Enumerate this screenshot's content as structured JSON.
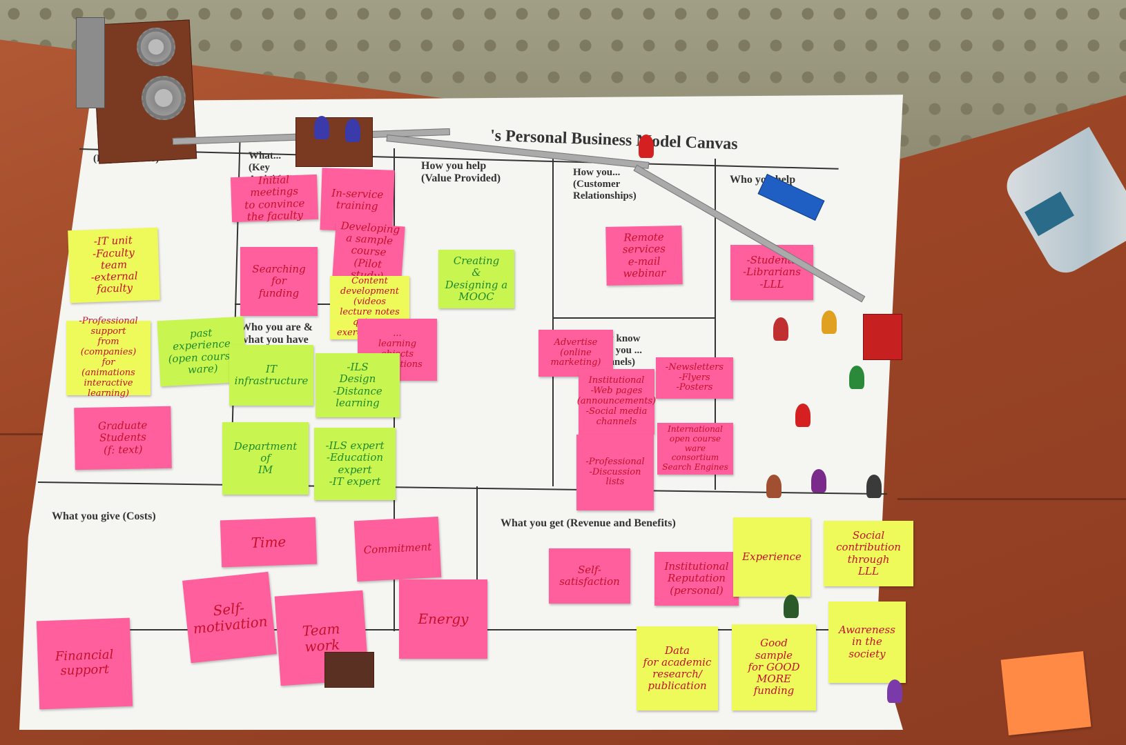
{
  "canvas": {
    "title": "'s Personal Business Model Canvas"
  },
  "blocks": {
    "key_partners": "(Key Partners)",
    "key_activities": "What... (Key Activities)",
    "value_provided": "How you help (Value Provided)",
    "relationships": "How you... (Customer Relationships)",
    "who_you_help": "Who you help",
    "who_you_are": "Who you are & what you have",
    "channels": "...they know ...how you ...(Channels)",
    "costs": "What you give (Costs)",
    "revenue": "What you get (Revenue and Benefits)"
  },
  "notes": [
    {
      "id": "initial-meetings",
      "text": "Initial\nmeetings\nto convince\nthe faculty",
      "color": "pink"
    },
    {
      "id": "in-service",
      "text": "In-service\ntraining",
      "color": "pink"
    },
    {
      "id": "developing",
      "text": "Developing\na sample\ncourse\n(Pilot study)",
      "color": "pink"
    },
    {
      "id": "searching",
      "text": "Searching for\nfunding",
      "color": "pink"
    },
    {
      "id": "content-dev",
      "text": "Content\ndevelopment\n(videos\nlecture notes\nquizzes\nexercises etc.)",
      "color": "yellow"
    },
    {
      "id": "learning-objects",
      "text": "...\nlearning\nobjects\nanimations",
      "color": "pink"
    },
    {
      "id": "it-unit",
      "text": "-IT unit\n-Faculty\nteam\n-external faculty",
      "color": "yellow"
    },
    {
      "id": "professional-support",
      "text": "-Professional\nsupport\nfrom (companies)\nfor\n(animations\ninteractive learning)",
      "color": "yellow"
    },
    {
      "id": "past-experience",
      "text": "past\nexperience\n(open course\nware)",
      "color": "green"
    },
    {
      "id": "it-infra",
      "text": "IT\ninfrastructure",
      "color": "green"
    },
    {
      "id": "ils-design",
      "text": "-ILS\nDesign\n-Distance\nlearning",
      "color": "green"
    },
    {
      "id": "graduate",
      "text": "Graduate\nStudents\n(f: text)",
      "color": "pink"
    },
    {
      "id": "department",
      "text": "Department\nof\nIM",
      "color": "green"
    },
    {
      "id": "ils-expert",
      "text": "-ILS expert\n-Education\nexpert\n-IT expert",
      "color": "green"
    },
    {
      "id": "mooc",
      "text": "Creating\n&\nDesigning a\nMOOC",
      "color": "green"
    },
    {
      "id": "remote",
      "text": "Remote\nservices\ne-mail\nwebinar",
      "color": "pink"
    },
    {
      "id": "students",
      "text": "-Students\n-Librarians\n-LLL",
      "color": "pink"
    },
    {
      "id": "advertise",
      "text": "Advertise\n(online\nmarketing)",
      "color": "pink"
    },
    {
      "id": "web-pages",
      "text": "Institutional\n-Web pages\n(announcements)\n-Social media\nchannels",
      "color": "pink"
    },
    {
      "id": "newsletters",
      "text": "-Newsletters\n-Flyers\n-Posters",
      "color": "pink"
    },
    {
      "id": "discussion",
      "text": "-Professional\n-Discussion\nlists",
      "color": "pink"
    },
    {
      "id": "international",
      "text": "International\nopen course\nware\nconsortium\nSearch Engines",
      "color": "pink"
    },
    {
      "id": "time",
      "text": "Time",
      "color": "pink"
    },
    {
      "id": "commitment",
      "text": "Commitment",
      "color": "pink"
    },
    {
      "id": "self-motivation",
      "text": "Self-\nmotivation",
      "color": "pink"
    },
    {
      "id": "team-work",
      "text": "Team\nwork",
      "color": "pink"
    },
    {
      "id": "energy",
      "text": "Energy",
      "color": "pink"
    },
    {
      "id": "financial",
      "text": "Financial\nsupport",
      "color": "pink"
    },
    {
      "id": "self-satisfaction",
      "text": "Self-\nsatisfaction",
      "color": "pink"
    },
    {
      "id": "institutional-rep",
      "text": "Institutional\nReputation\n(personal)",
      "color": "pink"
    },
    {
      "id": "experience",
      "text": "Experience",
      "color": "yellow"
    },
    {
      "id": "social-contribution",
      "text": "Social\ncontribution\nthrough\nLLL",
      "color": "yellow"
    },
    {
      "id": "data",
      "text": "Data\nfor academic\nresearch/\npublication",
      "color": "yellow"
    },
    {
      "id": "good-sample",
      "text": "Good\nsample\nfor GOOD\nMORE\nfunding",
      "color": "yellow"
    },
    {
      "id": "awareness",
      "text": "Awareness\nin the\nsociety",
      "color": "yellow"
    }
  ],
  "colors": {
    "pink": "#ff5f9c",
    "yellow": "#eef95a",
    "green": "#c9f550",
    "ink_red": "#c4102c",
    "ink_green": "#1e8a2c"
  }
}
